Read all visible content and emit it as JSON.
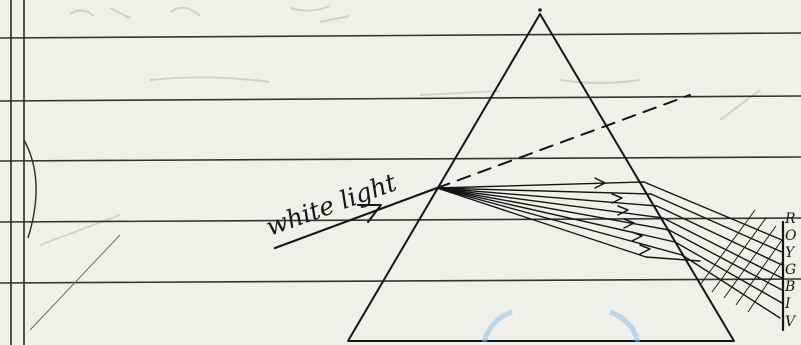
{
  "diagram": {
    "incident_label": "white light",
    "spectrum_labels": [
      "R",
      "O",
      "Y",
      "G",
      "B",
      "I",
      "V"
    ]
  },
  "colors": {
    "paper": "#efefec",
    "ink": "#151515",
    "rule_line": "#3a3a3a",
    "faint_pencil": "#b9b9b4",
    "watermark": "#8fc0ea"
  }
}
